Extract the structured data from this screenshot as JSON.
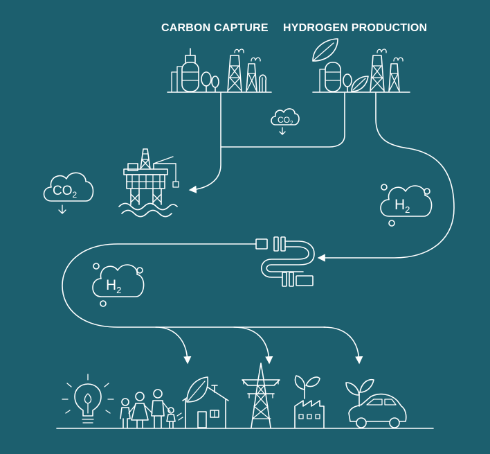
{
  "labels": {
    "carbon_capture": "CARBON CAPTURE",
    "hydrogen_production": "HYDROGEN PRODUCTION"
  },
  "clouds": {
    "co2_small": {
      "base": "CO",
      "sub": "2"
    },
    "co2_large": {
      "base": "CO",
      "sub": "2"
    },
    "h2_right": {
      "base": "H",
      "sub": "2"
    },
    "h2_left": {
      "base": "H",
      "sub": "2"
    }
  },
  "colors": {
    "background": "#1c5f6e",
    "line": "#ffffff"
  },
  "icons": {
    "carbon_capture": "carbon-capture-plant-icon",
    "hydrogen_production": "hydrogen-plant-icon",
    "storage": "offshore-rig-icon",
    "pipeline": "pipeline-icon",
    "end_uses": [
      "light-bulb-icon",
      "family-icon",
      "green-house-icon",
      "power-pylon-icon",
      "green-factory-icon",
      "electric-car-icon"
    ]
  }
}
